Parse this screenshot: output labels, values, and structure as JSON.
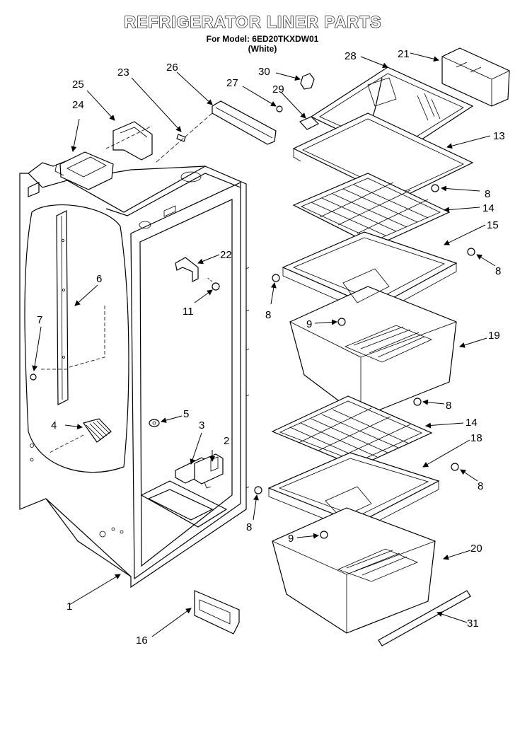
{
  "header": {
    "title": "REFRIGERATOR LINER PARTS",
    "model_line": "For Model: 6ED20TKXDW01",
    "color_line": "(White)"
  },
  "callouts": [
    "1",
    "2",
    "3",
    "4",
    "5",
    "6",
    "7",
    "8",
    "9",
    "11",
    "13",
    "14",
    "15",
    "16",
    "18",
    "19",
    "20",
    "21",
    "22",
    "23",
    "24",
    "25",
    "26",
    "27",
    "28",
    "29",
    "30",
    "31"
  ]
}
